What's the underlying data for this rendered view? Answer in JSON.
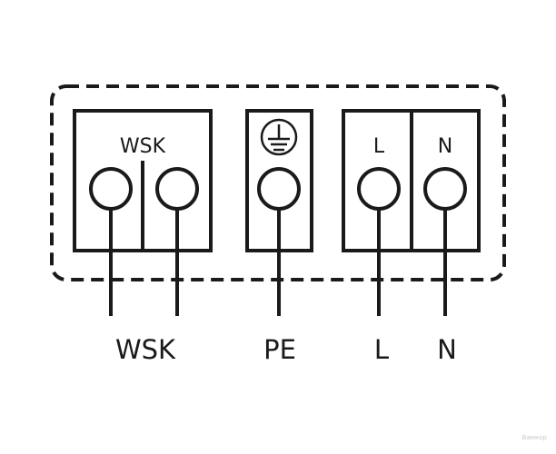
{
  "diagram": {
    "type": "terminal-wiring",
    "housing": {
      "style": "dashed"
    },
    "blocks": [
      {
        "id": "wsk",
        "label": "WSK",
        "terminals": 2
      },
      {
        "id": "pe",
        "symbol": "protective-earth",
        "terminals": 1
      },
      {
        "id": "ln",
        "labels": [
          "L",
          "N"
        ],
        "terminals": 2
      }
    ],
    "wire_labels": [
      "WSK",
      "PE",
      "L",
      "N"
    ],
    "stroke_color": "#1a1a1a"
  },
  "watermark": "Вамкор"
}
